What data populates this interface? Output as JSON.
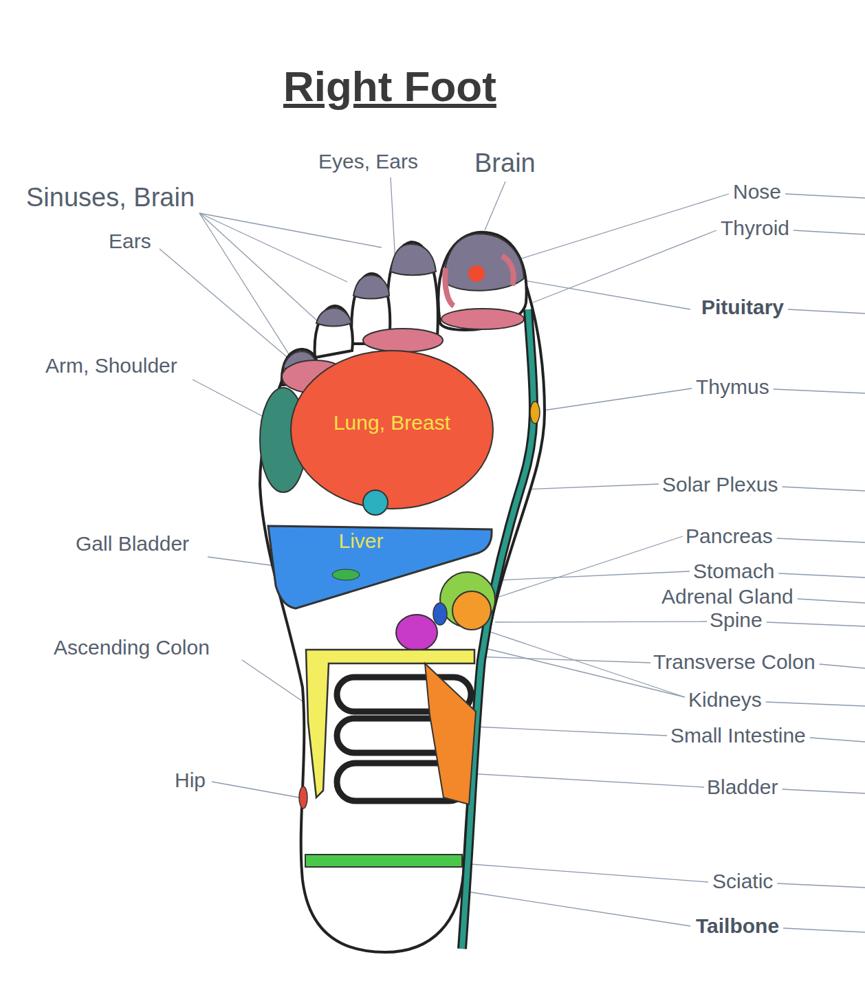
{
  "diagram": {
    "title": "Right Foot",
    "nodes": [
      {
        "text": [
          "Lung, Breast"
        ]
      },
      {
        "text": [
          "Liver"
        ]
      }
    ],
    "labels": [
      "Eyes, Ears",
      "Brain",
      "Sinuses, Brain",
      "Ears",
      "Nose",
      "Thyroid",
      "Pituitary",
      "Arm, Shoulder",
      "Thymus",
      "Solar Plexus",
      "Gall Bladder",
      "Pancreas",
      "Stomach",
      "Adrenal Gland",
      "Spine",
      "Ascending Colon",
      "Transverse Colon",
      "Kidneys",
      "Small Intestine",
      "Hip",
      "Bladder",
      "Sciatic",
      "Tailbone"
    ]
  }
}
